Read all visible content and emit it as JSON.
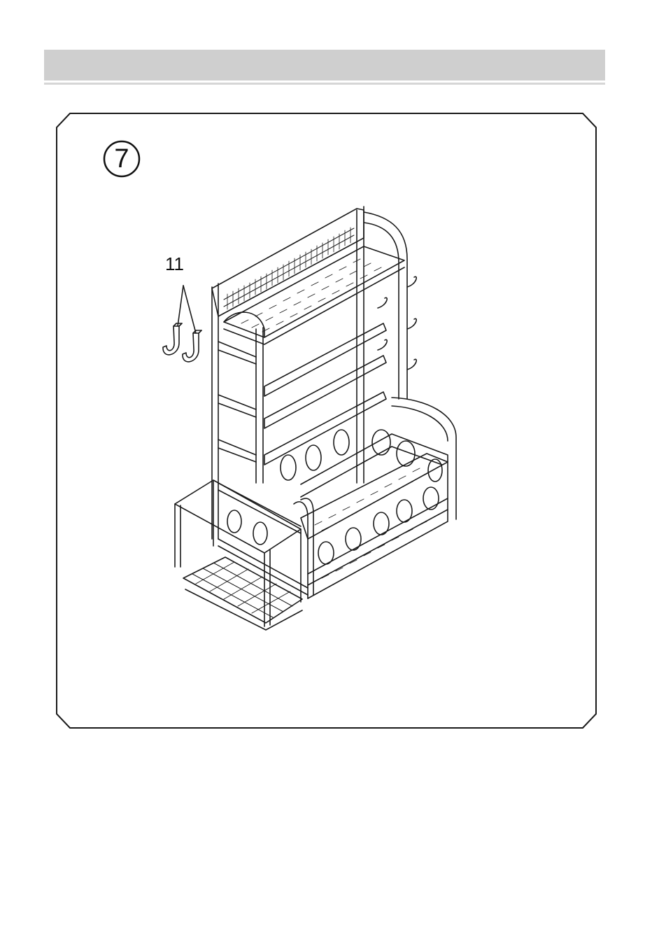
{
  "page": {
    "header_text": "",
    "step": {
      "number": "7"
    },
    "callout": {
      "part_number": "11",
      "part_icon": "j-hook-icon",
      "quantity_shown": 2
    },
    "illustration": {
      "subject": "storage-rack-icon"
    },
    "colors": {
      "header_bar": "#cfcfcf",
      "line_art": "#1a1a1a",
      "background": "#ffffff"
    }
  }
}
